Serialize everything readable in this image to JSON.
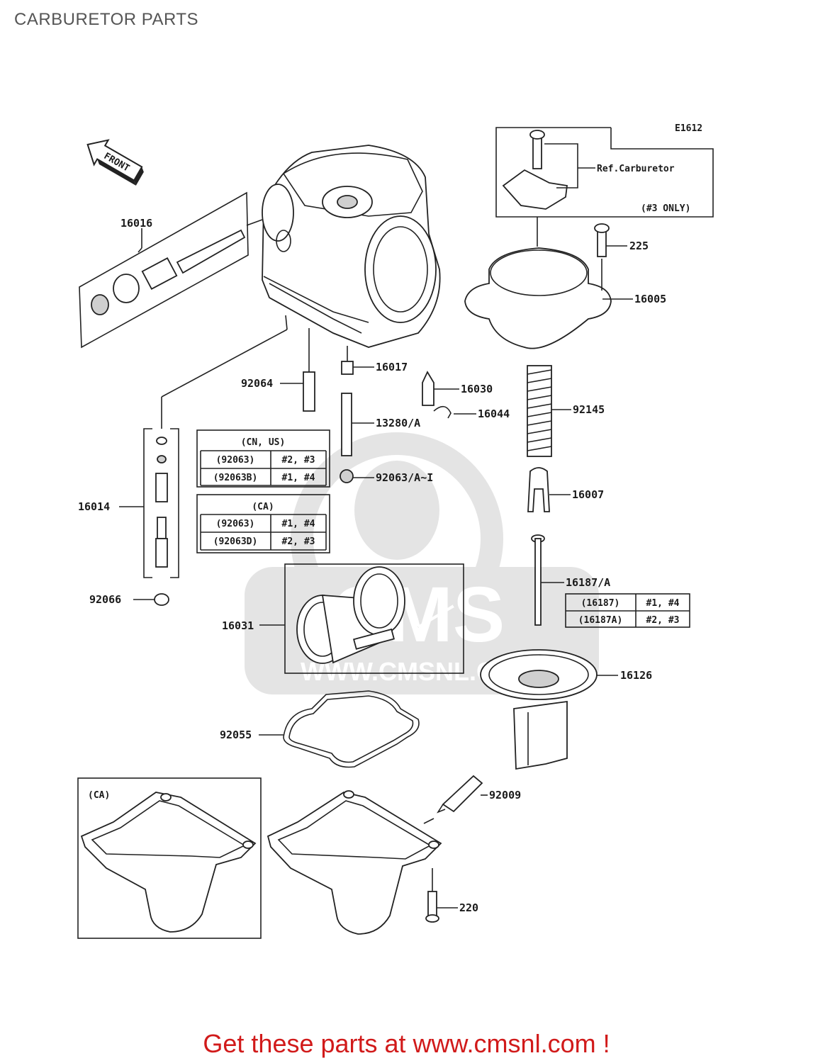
{
  "title": "CARBURETOR PARTS",
  "diagram_code": "E1612",
  "front_label": "FRONT",
  "ref_label": "Ref.Carburetor",
  "only_label": "(#3 ONLY)",
  "watermark": "CMS",
  "watermark_url": "WWW.CMSNL.COM",
  "parts": {
    "p16016": "16016",
    "p16014": "16014",
    "p92066": "92066",
    "p16031": "16031",
    "p92055": "92055",
    "p92064": "92064",
    "p16017": "16017",
    "p13280": "13280/A",
    "p92063": "92063/A~I",
    "p16030": "16030",
    "p16044": "16044",
    "p92145": "92145",
    "p16007": "16007",
    "p16187": "16187/A",
    "p16126": "16126",
    "p225": "225",
    "p16005": "16005",
    "p92009": "92009",
    "p220": "220"
  },
  "tables": {
    "cnus": {
      "header": "(CN, US)",
      "rows": [
        {
          "part": "(92063)",
          "cyl": "#2, #3"
        },
        {
          "part": "(92063B)",
          "cyl": "#1, #4"
        }
      ]
    },
    "ca": {
      "header": "(CA)",
      "rows": [
        {
          "part": "(92063)",
          "cyl": "#1, #4"
        },
        {
          "part": "(92063D)",
          "cyl": "#2, #3"
        }
      ]
    },
    "needle": {
      "rows": [
        {
          "part": "(16187)",
          "cyl": "#1, #4"
        },
        {
          "part": "(16187A)",
          "cyl": "#2, #3"
        }
      ]
    }
  },
  "ca_box_label": "(CA)",
  "footer_text": "Get these parts at www.cmsnl.com !"
}
